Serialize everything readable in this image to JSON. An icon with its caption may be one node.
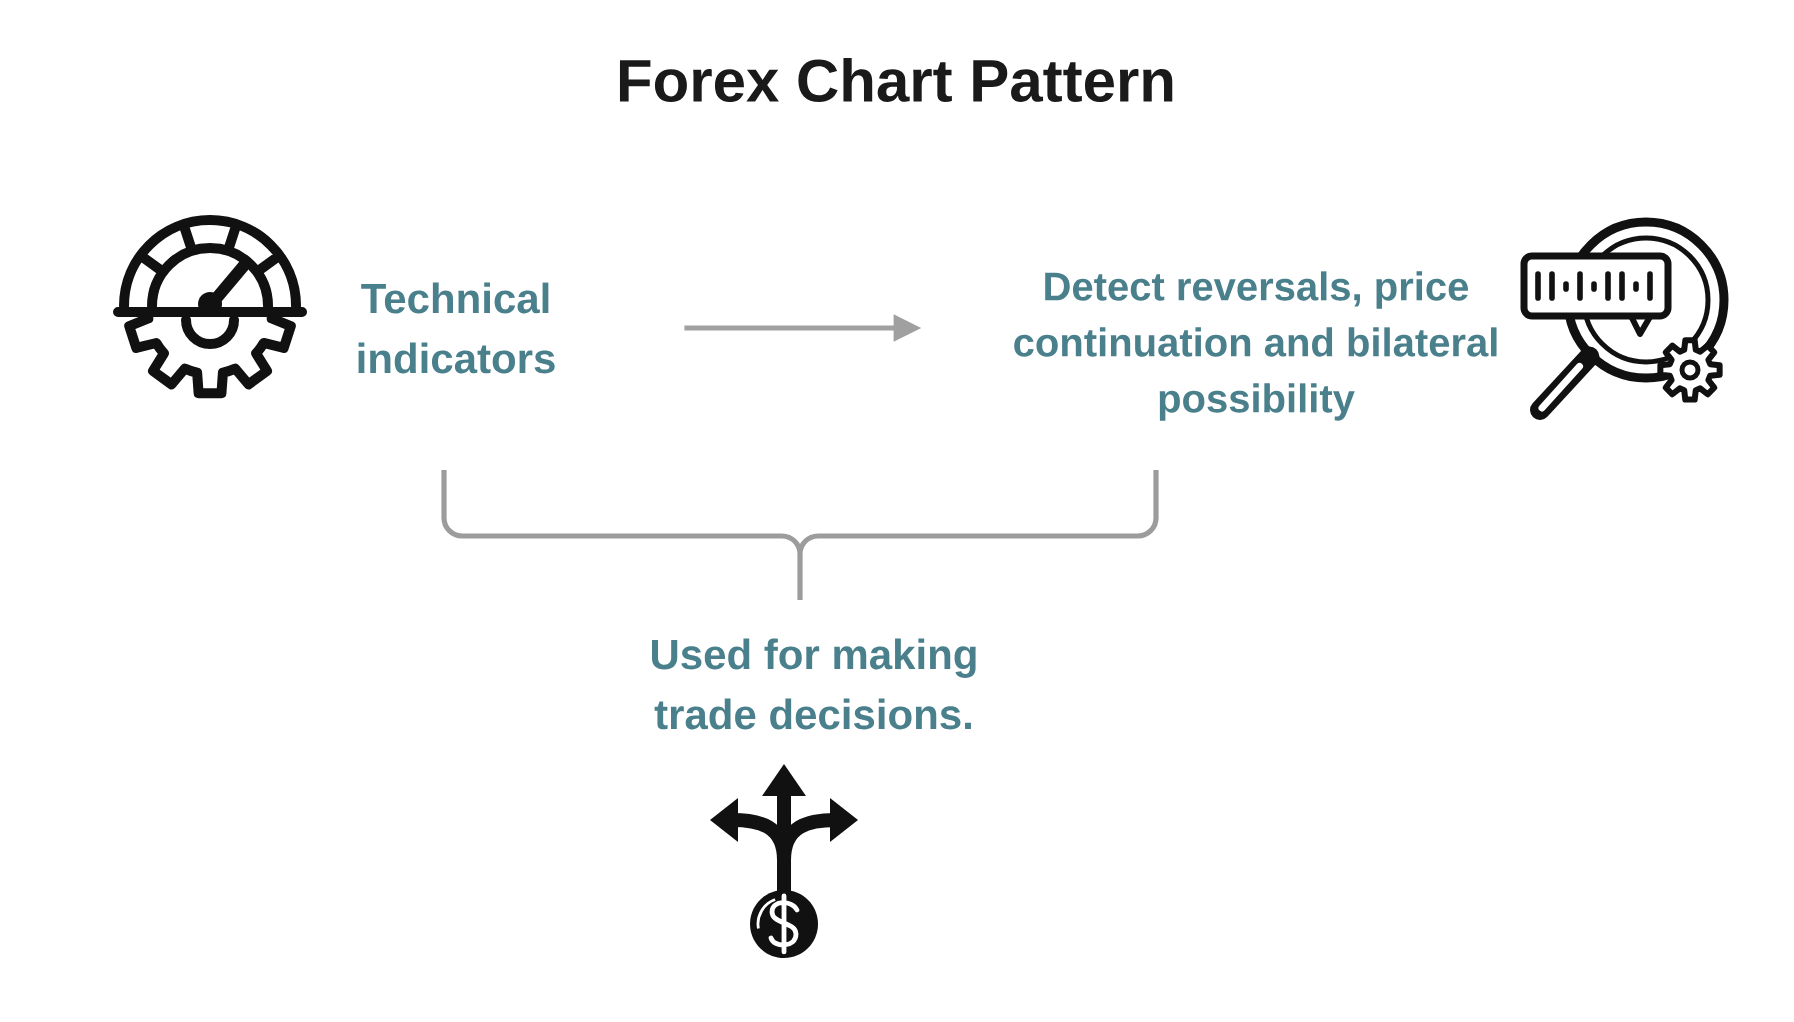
{
  "diagram": {
    "title": "Forex Chart Pattern",
    "nodes": [
      {
        "text": [
          "Technical indicators"
        ]
      },
      {
        "text": [
          "Detect reversals, price continuation and bilateral possibility"
        ]
      },
      {
        "text": [
          "Used for making trade decisions."
        ]
      }
    ],
    "edges": [
      {
        "from": 0,
        "to": 1,
        "arrow": "to"
      }
    ]
  }
}
